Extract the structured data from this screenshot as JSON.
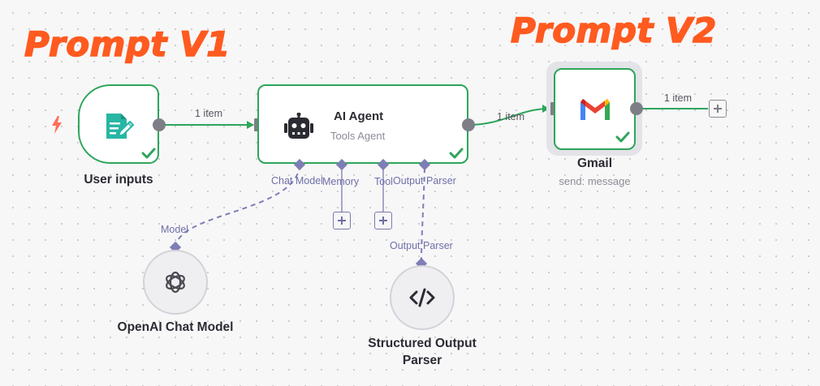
{
  "annotations": {
    "left": "Prompt V1",
    "right": "Prompt V2"
  },
  "nodes": {
    "trigger": {
      "label": "User inputs",
      "icon": "form-edit-icon"
    },
    "agent": {
      "title": "AI Agent",
      "subtitle": "Tools Agent",
      "icon": "robot-icon",
      "ports": {
        "chat_model": "Chat Model",
        "memory": "Memory",
        "tool": "Tool",
        "output_parser": "Output Parser"
      }
    },
    "gmail": {
      "label": "Gmail",
      "sublabel": "send: message",
      "icon": "gmail-icon"
    },
    "openai": {
      "label": "OpenAI Chat Model",
      "port_label": "Model",
      "icon": "openai-icon"
    },
    "parser": {
      "label_line1": "Structured Output",
      "label_line2": "Parser",
      "port_label": "Output Parser",
      "icon": "code-icon"
    }
  },
  "edges": {
    "trigger_to_agent": "1 item",
    "agent_to_gmail": "1 item",
    "gmail_out": "1 item"
  },
  "colors": {
    "success": "#2ea55b",
    "annotation": "#ff5a1f",
    "port": "#7e7e86",
    "sub_port": "#7e7eb6",
    "trigger_bolt": "#ff6d5a",
    "form_icon": "#27b6a4"
  }
}
